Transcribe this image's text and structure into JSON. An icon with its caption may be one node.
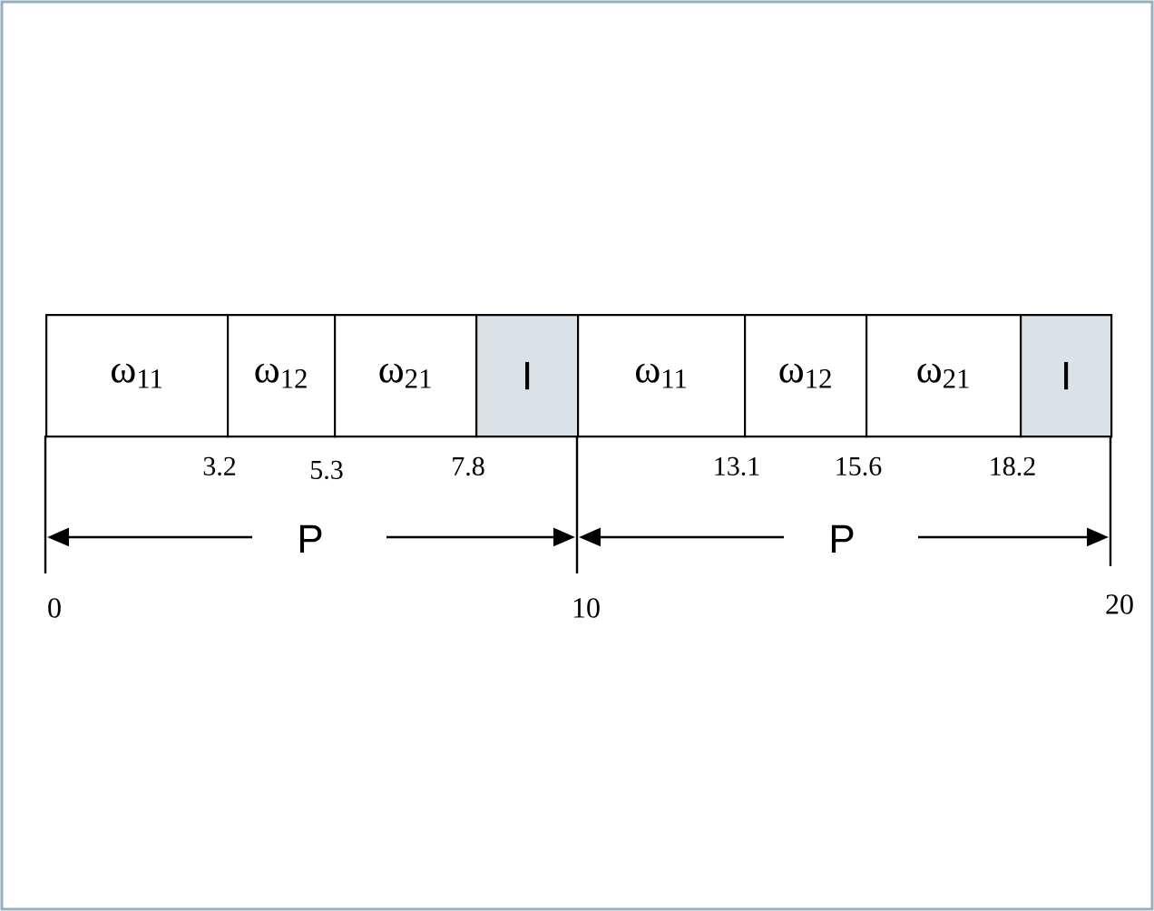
{
  "diagram": {
    "nodes": [
      {
        "text": [
          "ω$_{11}$"
        ]
      },
      {
        "text": [
          "ω$_{12}$"
        ]
      },
      {
        "text": [
          "ω$_{21}$"
        ]
      },
      {
        "text": [
          "I"
        ]
      },
      {
        "text": [
          "ω$_{11}$"
        ]
      },
      {
        "text": [
          "ω$_{12}$"
        ]
      },
      {
        "text": [
          "ω$_{21}$"
        ]
      },
      {
        "text": [
          "I"
        ]
      }
    ],
    "labels": [
      "3.2",
      "5.3",
      "7.8",
      "13.1",
      "15.6",
      "18.2",
      "P",
      "P",
      "0",
      "10",
      "20"
    ]
  }
}
